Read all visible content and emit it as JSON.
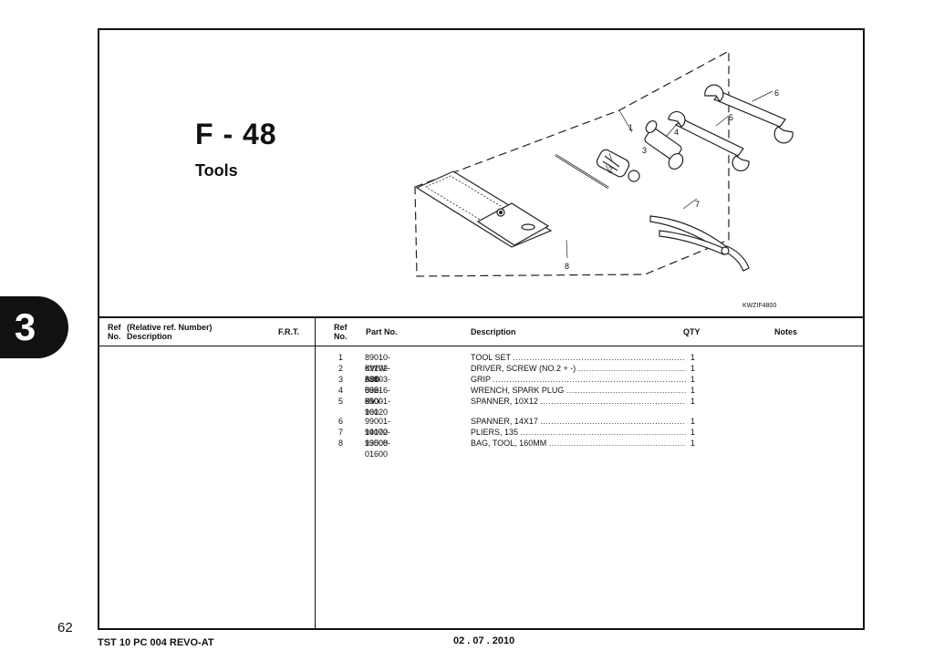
{
  "section_tab": "3",
  "figure": {
    "code": "F - 48",
    "title": "Tools",
    "illustration_id": "KWZIF4800"
  },
  "callouts": [
    "1",
    "2",
    "3",
    "4",
    "5",
    "6",
    "7",
    "8"
  ],
  "table": {
    "headers": {
      "ref_top": "Ref",
      "ref_bottom": "No.",
      "relative_top": "(Relative ref. Number)",
      "relative_bottom": "Description",
      "frt": "F.R.T.",
      "ref2_top": "Ref",
      "ref2_bottom": "No.",
      "part_no": "Part No.",
      "description": "Description",
      "qty": "QTY",
      "notes": "Notes"
    },
    "rows": [
      {
        "ref": "1",
        "part_no": "89010-KWW-A00",
        "description": "TOOL SET",
        "qty": "1"
      },
      {
        "ref": "2",
        "part_no": "89102-538-000",
        "description": "DRIVER, SCREW (NO.2 + -)",
        "qty": "1"
      },
      {
        "ref": "3",
        "part_no": "89103-538-000",
        "description": "GRIP",
        "qty": "1"
      },
      {
        "ref": "4",
        "part_no": "89216-KVY-960",
        "description": "WRENCH, SPARK PLUG",
        "qty": "1"
      },
      {
        "ref": "5",
        "part_no": "99001-10120",
        "description": "SPANNER, 10X12",
        "qty": "1"
      },
      {
        "ref": "6",
        "part_no": "99001-14170",
        "description": "SPANNER, 14X17",
        "qty": "1"
      },
      {
        "ref": "7",
        "part_no": "99002-13500",
        "description": "PLIERS, 135",
        "qty": "1"
      },
      {
        "ref": "8",
        "part_no": "99008-01600",
        "description": "BAG, TOOL, 160MM",
        "qty": "1"
      }
    ]
  },
  "page_number": "62",
  "footer": {
    "model": "TST 10 PC 004 REVO-AT",
    "date": "02 . 07 . 2010"
  }
}
